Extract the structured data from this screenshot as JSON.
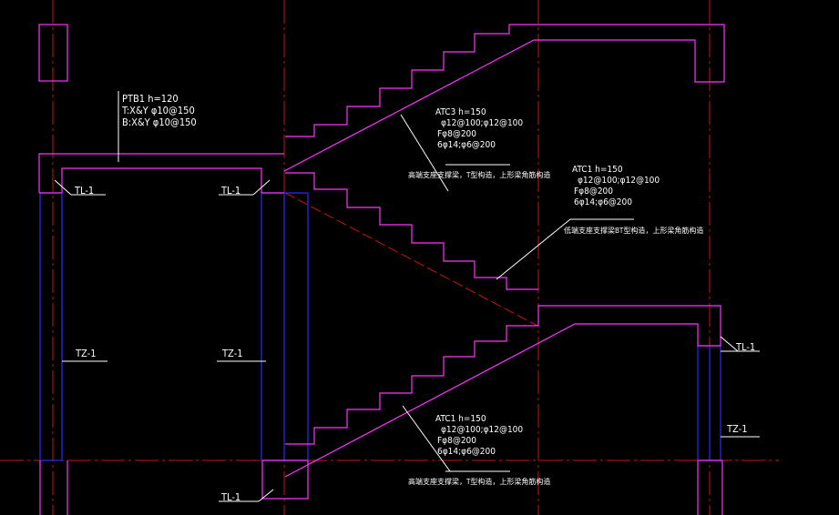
{
  "colors": {
    "background": "#000000",
    "outline": "#ff33ff",
    "column": "#2a2aff",
    "axis": "#c81414",
    "leader": "#ffffff",
    "text": "#ffffff"
  },
  "labels": {
    "ptb1": [
      "PTB1 h=120",
      "T:X&Y φ10@150",
      "B:X&Y φ10@150"
    ],
    "atc3": [
      "ATC3 h=150",
      "φ12@100;φ12@100",
      "Fφ8@200",
      "6φ14;φ6@200"
    ],
    "atc3_note": "高端支座支撑梁，T型构造，上形梁角筋构造",
    "atc1_upper": [
      "ATC1 h=150",
      "φ12@100;φ12@100",
      "Fφ8@200",
      "6φ14;φ6@200"
    ],
    "atc1_upper_note": "低端支座支撑梁BT型构造，上形梁角筋构造",
    "atc1_lower": [
      "ATC1 h=150",
      "φ12@100;φ12@100",
      "Fφ8@200",
      "6φ14;φ6@200"
    ],
    "atc1_lower_note": "高端支座支撑梁，T型构造，上形梁角筋构造",
    "tl_left": "TL-1",
    "tl_mid": "TL-1",
    "tl_bottom": "TL-1",
    "tl_right": "TL-1",
    "tz_left": "TZ-1",
    "tz_mid": "TZ-1",
    "tz_right": "TZ-1"
  }
}
